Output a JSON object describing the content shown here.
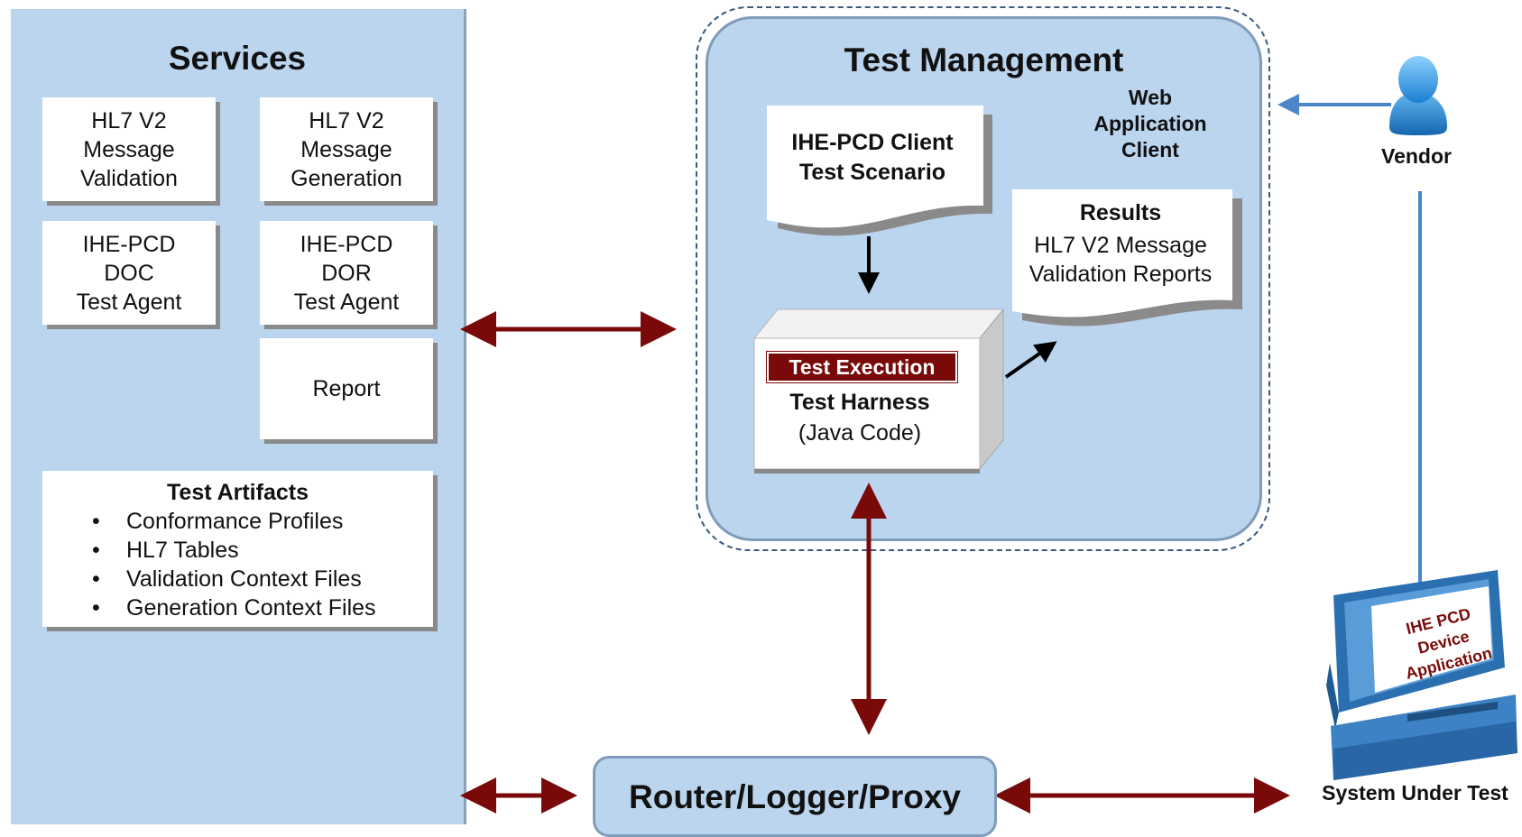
{
  "services": {
    "title": "Services",
    "boxes": [
      {
        "label": "HL7 V2\nMessage\nValidation"
      },
      {
        "label": "HL7 V2\nMessage\nGeneration"
      },
      {
        "label": "IHE-PCD\nDOC\nTest Agent"
      },
      {
        "label": "IHE-PCD\nDOR\nTest Agent"
      },
      {
        "label": "Report"
      }
    ],
    "artifacts": {
      "title": "Test Artifacts",
      "items": [
        "Conformance Profiles",
        "HL7 Tables",
        "Validation Context Files",
        "Generation Context Files"
      ]
    }
  },
  "test_management": {
    "title": "Test Management",
    "web_client": "Web\nApplication\nClient",
    "scenario": "IHE-PCD Client\nTest Scenario",
    "results": {
      "title": "Results",
      "body": "HL7 V2 Message\nValidation Reports"
    },
    "harness": {
      "badge": "Test Execution",
      "name": "Test Harness",
      "language": "(Java Code)"
    }
  },
  "router": {
    "label": "Router/Logger/Proxy"
  },
  "vendor": {
    "label": "Vendor"
  },
  "system_under_test": {
    "label": "System Under Test",
    "screen_text": "IHE PCD\nDevice\nApplication"
  },
  "colors": {
    "panel_blue": "#bcd5ee",
    "arrow_red": "#7a0a0a",
    "vendor_line_blue": "#4a86c8",
    "badge_red": "#7a0a0a"
  }
}
